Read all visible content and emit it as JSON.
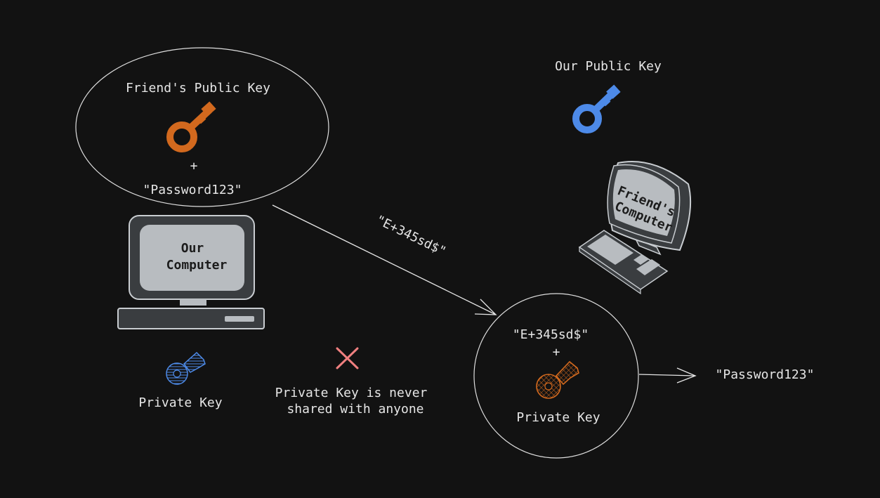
{
  "diagram": {
    "friend_public_key_label": "Friend's Public Key",
    "plus_1": "+",
    "password_plain_1": "\"Password123\"",
    "our_public_key_label": "Our Public Key",
    "our_computer_line1": "Our",
    "our_computer_line2": "Computer",
    "friend_computer_line1": "Friend's",
    "friend_computer_line2": "Computer",
    "encrypted_on_arrow": "\"E+345sd$\"",
    "encrypted_in_circle": "\"E+345sd$\"",
    "plus_2": "+",
    "private_key_label_left": "Private Key",
    "private_key_label_right": "Private Key",
    "never_shared_line1": "Private Key is never",
    "never_shared_line2": "shared with anyone",
    "password_plain_2": "\"Password123\""
  },
  "colors": {
    "background": "#121212",
    "orange_key": "#d2691e",
    "blue_key": "#4d8ae8",
    "cross": "#f08080",
    "monitor_screen": "#b8bcc0",
    "monitor_body": "#3a3d40"
  }
}
